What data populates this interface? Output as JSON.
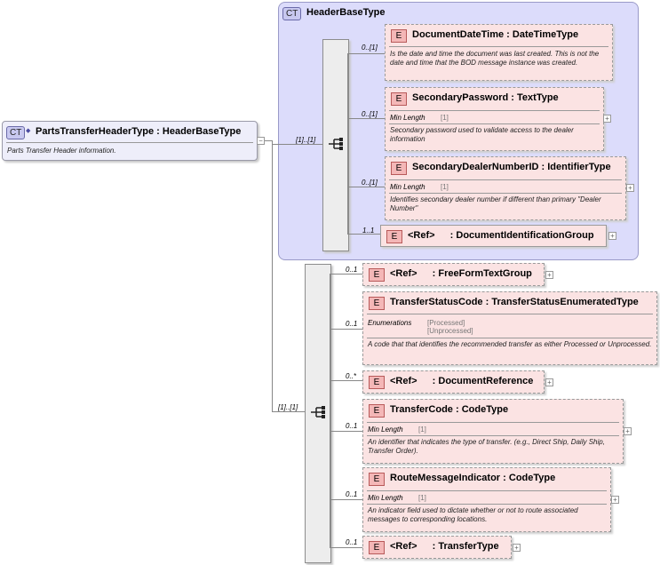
{
  "header_group": {
    "badge": "CT",
    "title": "HeaderBaseType",
    "sequence_multiplicity": "[1]..[1]",
    "elements": [
      {
        "badge": "E",
        "title": "DocumentDateTime",
        "sep": ":",
        "type": "DateTimeType",
        "multiplicity": "0..[1]",
        "description": "Is the date and time the document was last created. This is not the date and time that the BOD message instance was created."
      },
      {
        "badge": "E",
        "title": "SecondaryPassword",
        "sep": ":",
        "type": "TextType",
        "multiplicity": "0..[1]",
        "facet_label": "Min Length",
        "facet_value": "[1]",
        "description": "Secondary password used to validate access to the dealer information"
      },
      {
        "badge": "E",
        "title": "SecondaryDealerNumberID",
        "sep": ":",
        "type": "IdentifierType",
        "multiplicity": "0..[1]",
        "facet_label": "Min Length",
        "facet_value": "[1]",
        "description": "Identifies secondary dealer number if different than primary \"Dealer Number\""
      },
      {
        "badge": "E",
        "title": "<Ref>",
        "sep": ":",
        "type": "DocumentIdentificationGroup",
        "multiplicity": "1..1"
      }
    ]
  },
  "root": {
    "badge": "CT",
    "title": "PartsTransferHeaderType",
    "sep": ":",
    "type": "HeaderBaseType",
    "description": "Parts Transfer Header information."
  },
  "main_sequence": {
    "multiplicity": "[1]..[1]",
    "elements": [
      {
        "badge": "E",
        "title": "<Ref>",
        "sep": ":",
        "type": "FreeFormTextGroup",
        "multiplicity": "0..1"
      },
      {
        "badge": "E",
        "title": "TransferStatusCode",
        "sep": ":",
        "type": "TransferStatusEnumeratedType",
        "multiplicity": "0..1",
        "facet_label": "Enumerations",
        "enumerations": [
          "[Processed]",
          "[Unprocessed]"
        ],
        "description": "A code that that identifies the recommended transfer as either Processed or Unprocessed."
      },
      {
        "badge": "E",
        "title": "<Ref>",
        "sep": ":",
        "type": "DocumentReference",
        "multiplicity": "0..*"
      },
      {
        "badge": "E",
        "title": "TransferCode",
        "sep": ":",
        "type": "CodeType",
        "multiplicity": "0..1",
        "facet_label": "Min Length",
        "facet_value": "[1]",
        "description": "An identifier that indicates the type of transfer. (e.g.,  Direct Ship, Daily Ship, Transfer Order)."
      },
      {
        "badge": "E",
        "title": "RouteMessageIndicator",
        "sep": ":",
        "type": "CodeType",
        "multiplicity": "0..1",
        "facet_label": "Min Length",
        "facet_value": "[1]",
        "description": "An indicator field used to dictate whether or not to route associated messages to corresponding locations."
      },
      {
        "badge": "E",
        "title": "<Ref>",
        "sep": ":",
        "type": "TransferType",
        "multiplicity": "0..1"
      }
    ]
  },
  "icons": {
    "expand": "plus-icon",
    "collapse": "minus-icon",
    "sequence": "sequence-icon"
  },
  "plus_glyph": "+",
  "minus_glyph": "−"
}
